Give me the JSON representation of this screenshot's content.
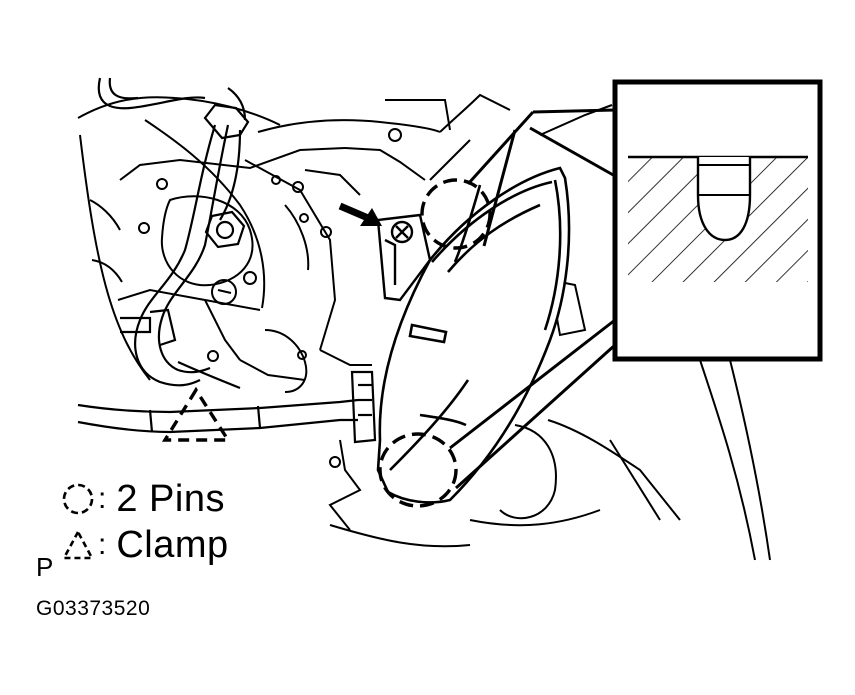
{
  "legend": {
    "pins": {
      "symbol": "dashed-circle-icon",
      "separator": ":",
      "label": "2 Pins"
    },
    "clamp": {
      "symbol": "dashed-triangle-icon",
      "separator": ":",
      "label": "Clamp"
    }
  },
  "view_letter": "P",
  "figure_code": "G03373520",
  "colors": {
    "ink": "#000000",
    "paper": "#ffffff"
  }
}
